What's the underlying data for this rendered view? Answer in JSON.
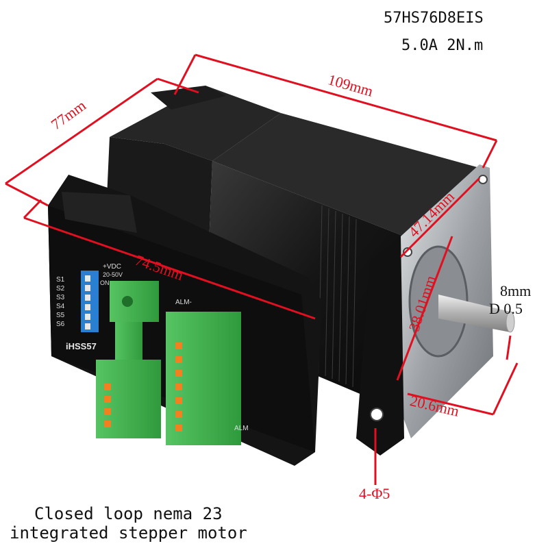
{
  "model": {
    "part_number": "57HS76D8EIS",
    "rating": "5.0A 2N.m"
  },
  "caption": {
    "line1": "Closed loop nema 23",
    "line2": "integrated stepper motor"
  },
  "dimensions": {
    "width_top": "109mm",
    "depth_side": "77mm",
    "driver_length": "74.5mm",
    "flange_diag": "47.14mm",
    "boss_diameter": "38.01mm",
    "shaft_length": "20.6mm",
    "shaft_diameter": "8mm",
    "d_cut": "D 0.5",
    "mount_holes": "4-Φ5"
  },
  "driver_labels": {
    "brand": "iHSS57",
    "vdc": "+VDC",
    "vdc_range": "20-50V",
    "alm": "ALM",
    "alm_minus": "ALM-",
    "switches": [
      "S1",
      "S2",
      "S3",
      "S4",
      "S5",
      "S6"
    ],
    "dip_on": "ON"
  },
  "colors": {
    "dimension_red": "#e01020",
    "terminal_green": "#3cb44b",
    "motor_black": "#1a1a1a",
    "flange_silver": "#b8bcc0",
    "dip_blue": "#2a7fd0",
    "terminal_orange": "#f08020"
  }
}
